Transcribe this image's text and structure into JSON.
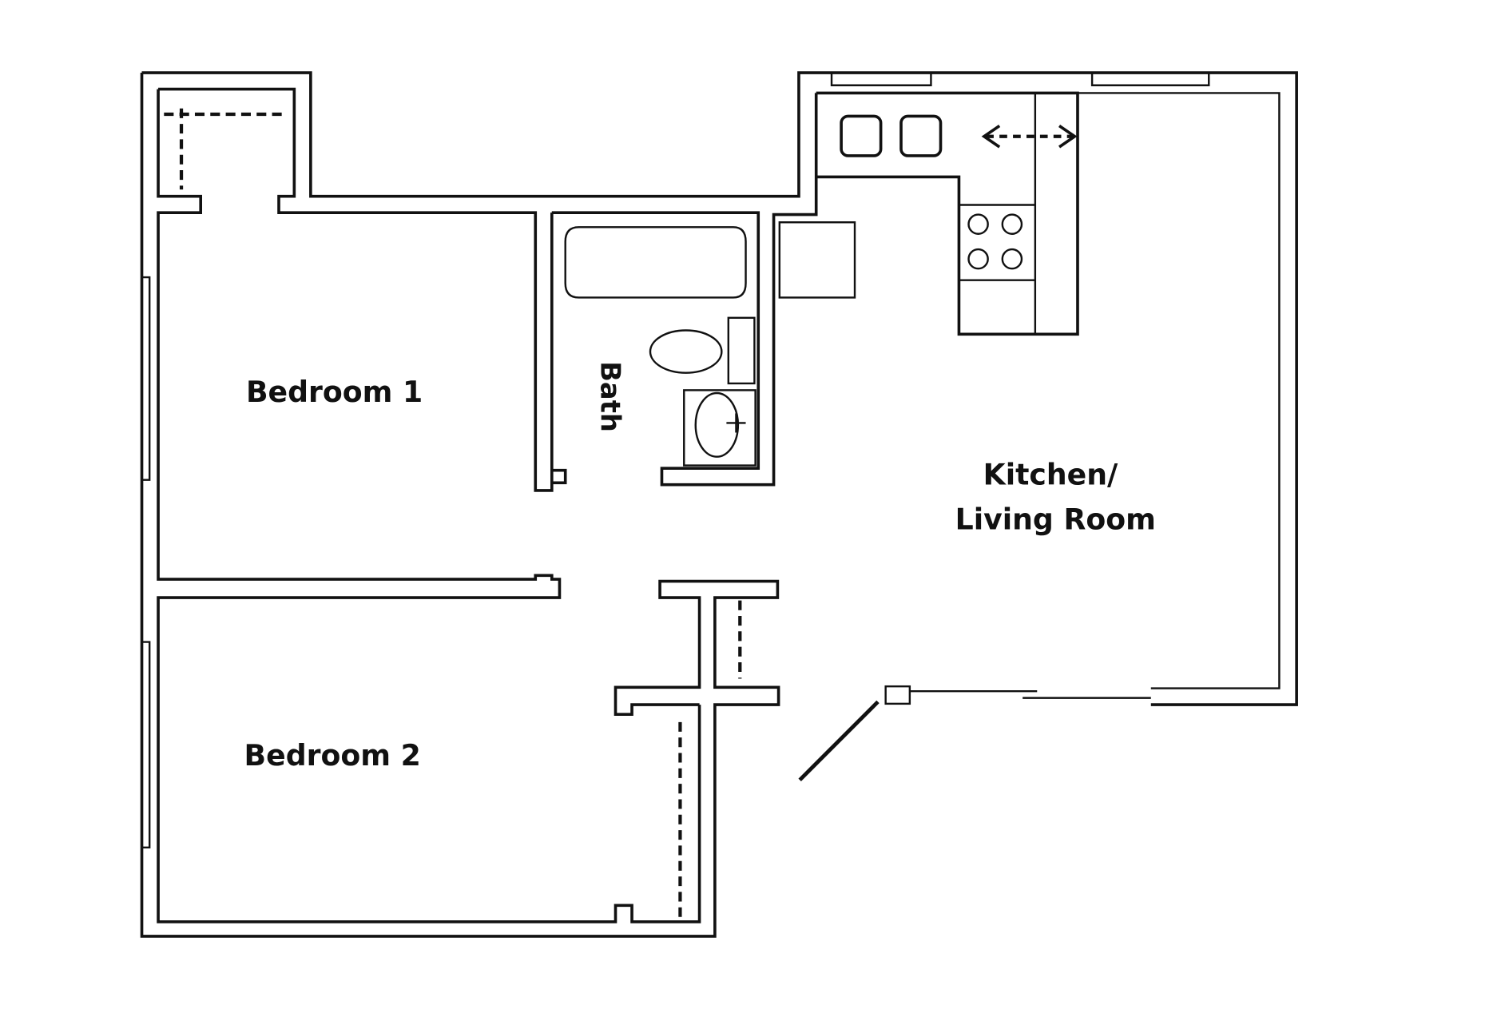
{
  "floorplan": {
    "rooms": [
      {
        "id": "bedroom1",
        "label": "Bedroom 1"
      },
      {
        "id": "bedroom2",
        "label": "Bedroom 2"
      },
      {
        "id": "bath",
        "label": "Bath"
      },
      {
        "id": "kitchen_living",
        "label_line1": "Kitchen/",
        "label_line2": "Living Room"
      }
    ],
    "fixtures": [
      "bathtub-icon",
      "toilet-icon",
      "sink-icon",
      "double-sink-icon",
      "stove-icon",
      "refrigerator-icon",
      "sliding-arrow-icon"
    ],
    "colors": {
      "line": "#111111",
      "background": "#ffffff"
    }
  }
}
